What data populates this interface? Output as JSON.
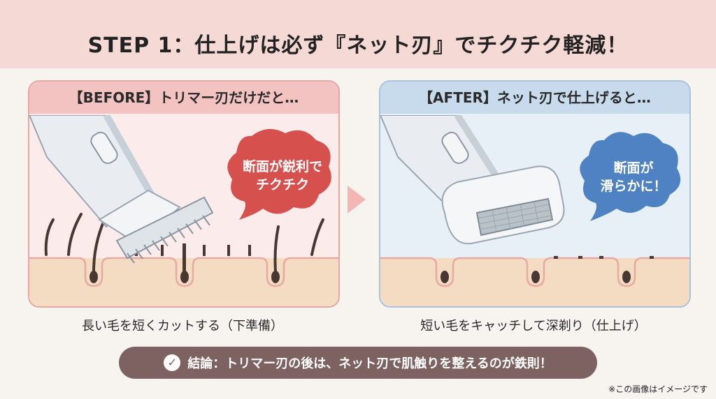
{
  "title": "STEP 1：仕上げは必ず『ネット刃』でチクチク軽減！",
  "before": {
    "header": "【BEFORE】トリマー刃だけだと…",
    "bubble_line1": "断面が鋭利で",
    "bubble_line2": "チクチク",
    "caption": "長い毛を短くカットする（下準備）"
  },
  "after": {
    "header": "【AFTER】ネット刃で仕上げると…",
    "bubble_line1": "断面が",
    "bubble_line2": "滑らかに！",
    "caption": "短い毛をキャッチして深剃り（仕上げ）"
  },
  "conclusion": "結論：トリマー刃の後は、ネット刃で肌触りを整えるのが鉄則！",
  "note": "※この画像はイメージです",
  "icons": {
    "conclusion_icon": "check-circle-icon",
    "arrow": "right-arrow-icon"
  },
  "colors": {
    "header_bg": "#f5d9d5",
    "before_accent": "#e6a6a3",
    "after_accent": "#a9c3dc",
    "bubble_before": "#d6504e",
    "bubble_after": "#4f82c2",
    "conclusion_bg": "#7d6261"
  }
}
